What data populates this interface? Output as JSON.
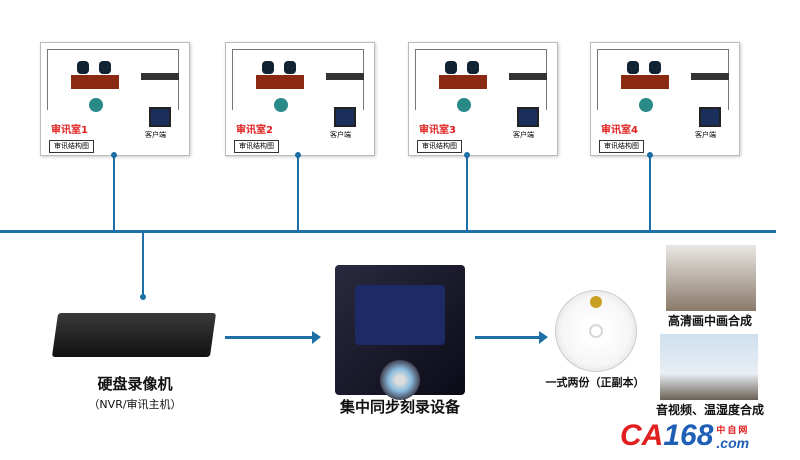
{
  "rooms": [
    {
      "name": "审讯室1",
      "structure": "审讯结构图",
      "client": "客户端"
    },
    {
      "name": "审讯室2",
      "structure": "审讯结构图",
      "client": "客户端"
    },
    {
      "name": "审讯室3",
      "structure": "审讯结构图",
      "client": "客户端"
    },
    {
      "name": "审讯室4",
      "structure": "审讯结构图",
      "client": "客户端"
    }
  ],
  "nvr": {
    "title": "硬盘录像机",
    "subtitle": "（NVR/审讯主机）"
  },
  "recorder": {
    "title": "集中同步刻录设备"
  },
  "disc": {
    "caption": "一式两份（正副本）"
  },
  "photos": [
    {
      "caption": "高清画中画合成"
    },
    {
      "caption": "音视频、温湿度合成"
    }
  ],
  "logo": {
    "text": "CA168",
    "suffix": ".com",
    "cn": "中自网"
  },
  "colors": {
    "bus": "#1e6fa6",
    "room_label": "#e02020",
    "logo_red": "#e02020",
    "logo_blue": "#1e5fb5"
  }
}
